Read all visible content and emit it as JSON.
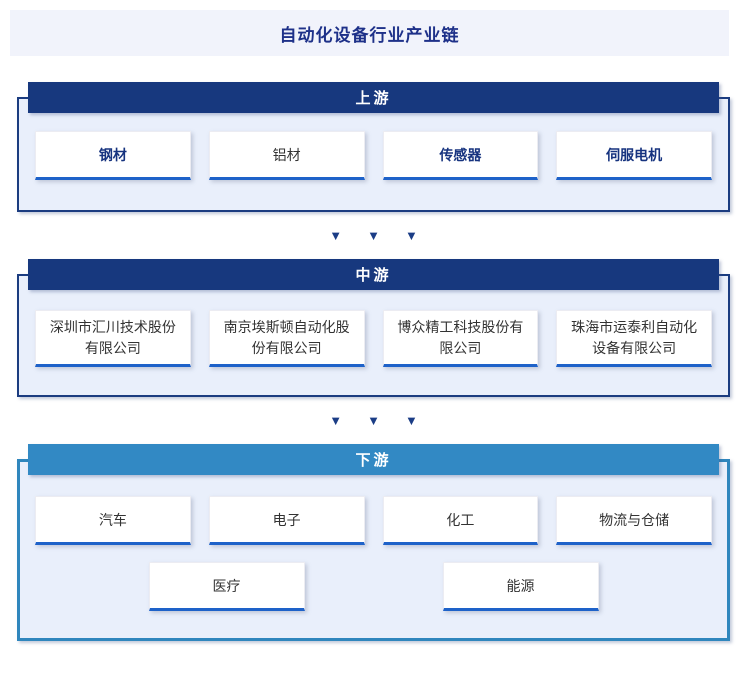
{
  "page": {
    "title": "自动化设备行业产业链"
  },
  "sections": [
    {
      "label": "上游",
      "items": [
        {
          "label": "钢材",
          "highlighted": true
        },
        {
          "label": "铝材",
          "highlighted": false
        },
        {
          "label": "传感器",
          "highlighted": true
        },
        {
          "label": "伺服电机",
          "highlighted": true
        }
      ]
    },
    {
      "label": "中游",
      "items": [
        {
          "label": "深圳市汇川技术股份有限公司",
          "highlighted": false
        },
        {
          "label": "南京埃斯顿自动化股份有限公司",
          "highlighted": false
        },
        {
          "label": "博众精工科技股份有限公司",
          "highlighted": false
        },
        {
          "label": "珠海市运泰利自动化设备有限公司",
          "highlighted": false
        }
      ]
    },
    {
      "label": "下游",
      "rows": [
        [
          {
            "label": "汽车"
          },
          {
            "label": "电子"
          },
          {
            "label": "化工"
          },
          {
            "label": "物流与仓储"
          }
        ],
        [
          {
            "label": "医疗"
          },
          {
            "label": "能源"
          }
        ]
      ]
    }
  ],
  "separator": {
    "glyph": "▼"
  },
  "colors": {
    "title_bar_bg": "#f1f3fb",
    "title_text": "#1e3189",
    "navy_header_bg": "#17387e",
    "downstream_header_bg": "#3289c4",
    "panel_bg": "#e9effb",
    "panel_border_navy": "#1b3c80",
    "panel_border_blue": "#2f86bd",
    "card_underline": "#1e62c9",
    "highlight_text": "#16337f",
    "body_text": "#333333",
    "arrow": "#1b3d86"
  }
}
